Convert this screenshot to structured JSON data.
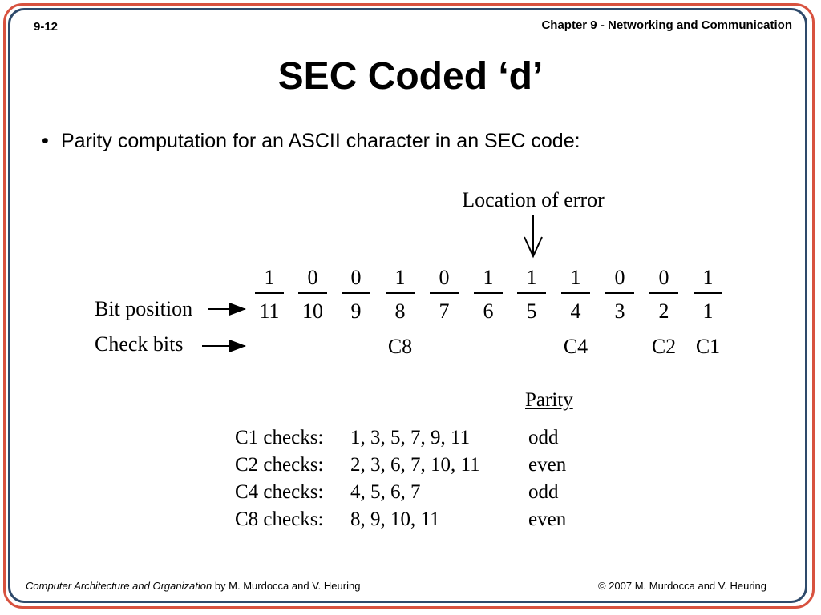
{
  "header": {
    "slide_number": "9-12",
    "chapter": "Chapter 9 - Networking and Communication"
  },
  "title": "SEC Coded ‘d’",
  "bullet": "Parity computation for an ASCII character in an SEC code:",
  "diagram": {
    "error_label": "Location of error",
    "row_bit_position_label": "Bit position",
    "row_check_bits_label": "Check bits",
    "columns": [
      {
        "bit": "1",
        "position": "11",
        "check": ""
      },
      {
        "bit": "0",
        "position": "10",
        "check": ""
      },
      {
        "bit": "0",
        "position": "9",
        "check": ""
      },
      {
        "bit": "1",
        "position": "8",
        "check": "C8"
      },
      {
        "bit": "0",
        "position": "7",
        "check": ""
      },
      {
        "bit": "1",
        "position": "6",
        "check": ""
      },
      {
        "bit": "1",
        "position": "5",
        "check": ""
      },
      {
        "bit": "1",
        "position": "4",
        "check": "C4"
      },
      {
        "bit": "0",
        "position": "3",
        "check": ""
      },
      {
        "bit": "0",
        "position": "2",
        "check": "C2"
      },
      {
        "bit": "1",
        "position": "1",
        "check": "C1"
      }
    ],
    "error_position": "5"
  },
  "parity": {
    "heading": "Parity",
    "rows": [
      {
        "label": "C1 checks:",
        "bits": "1, 3, 5, 7, 9, 11",
        "parity": "odd"
      },
      {
        "label": "C2 checks:",
        "bits": "2, 3, 6, 7, 10, 11",
        "parity": "even"
      },
      {
        "label": "C4 checks:",
        "bits": "4, 5, 6, 7",
        "parity": "odd"
      },
      {
        "label": "C8 checks:",
        "bits": "8, 9, 10, 11",
        "parity": "even"
      }
    ]
  },
  "footer": {
    "book_title": "Computer Architecture and Organization",
    "authors": " by M. Murdocca and V. Heuring",
    "copyright": "© 2007 M. Murdocca and V. Heuring"
  }
}
